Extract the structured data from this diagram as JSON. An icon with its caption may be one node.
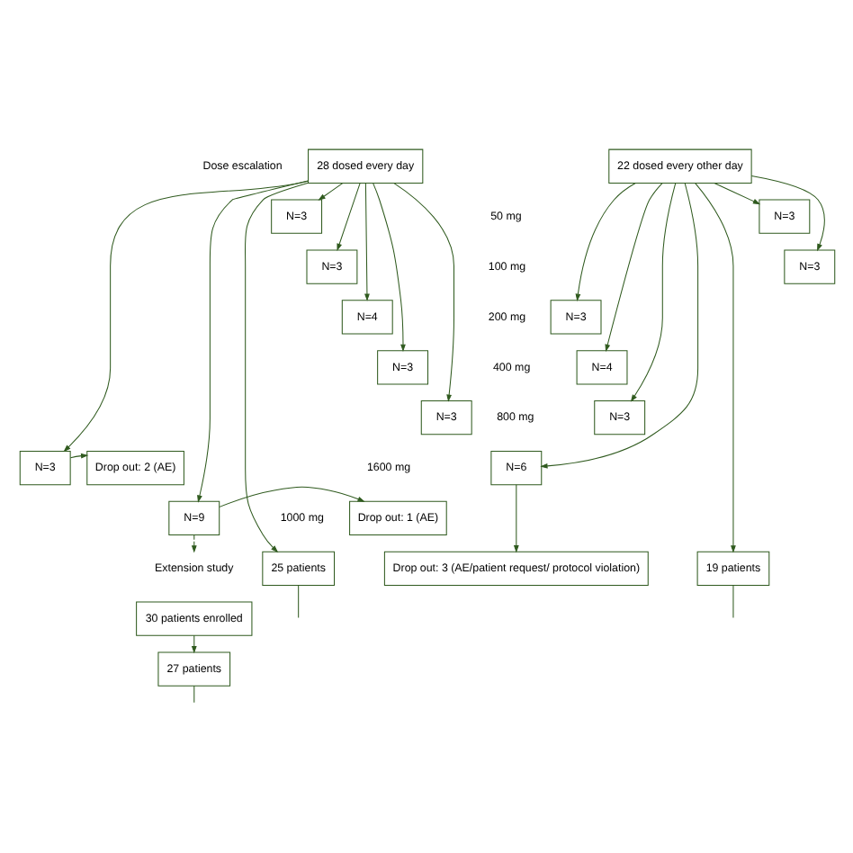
{
  "diagram": {
    "nodes": [
      {
        "text": [
          "28 dosed every day"
        ]
      },
      {
        "text": [
          "22 dosed every other day"
        ]
      },
      {
        "text": [
          "N=3"
        ]
      },
      {
        "text": [
          "N=3"
        ]
      },
      {
        "text": [
          "N=4"
        ]
      },
      {
        "text": [
          "N=3"
        ]
      },
      {
        "text": [
          "N=3"
        ]
      },
      {
        "text": [
          "N=3"
        ]
      },
      {
        "text": [
          "N=9"
        ]
      },
      {
        "text": [
          "N=3"
        ]
      },
      {
        "text": [
          "N=3"
        ]
      },
      {
        "text": [
          "N=3"
        ]
      },
      {
        "text": [
          "N=4"
        ]
      },
      {
        "text": [
          "N=3"
        ]
      },
      {
        "text": [
          "N=6"
        ]
      },
      {
        "text": [
          "Drop out: 2 (AE)"
        ]
      },
      {
        "text": [
          "Drop out: 1 (AE)"
        ]
      },
      {
        "text": [
          "Drop out: 3 (AE/patient request/ protocol violation)"
        ]
      },
      {
        "text": [
          "Extension study"
        ]
      },
      {
        "text": [
          "25 patients"
        ]
      },
      {
        "text": [
          "19 patients"
        ]
      },
      {
        "text": [
          "30 patients enrolled"
        ]
      },
      {
        "text": [
          "27 patients"
        ]
      }
    ],
    "edges": [
      {
        "from": 0,
        "to": 2,
        "arrow": "to"
      },
      {
        "from": 0,
        "to": 3,
        "arrow": "to"
      },
      {
        "from": 0,
        "to": 4,
        "arrow": "to"
      },
      {
        "from": 0,
        "to": 5,
        "arrow": "to"
      },
      {
        "from": 0,
        "to": 6,
        "arrow": "to"
      },
      {
        "from": 0,
        "to": 7,
        "arrow": "to"
      },
      {
        "from": 0,
        "to": 8,
        "arrow": "to"
      },
      {
        "from": 1,
        "to": 9,
        "arrow": "to"
      },
      {
        "from": 1,
        "to": 10,
        "arrow": "to"
      },
      {
        "from": 1,
        "to": 11,
        "arrow": "to"
      },
      {
        "from": 1,
        "to": 12,
        "arrow": "to"
      },
      {
        "from": 1,
        "to": 13,
        "arrow": "to"
      },
      {
        "from": 1,
        "to": 14,
        "arrow": "to"
      },
      {
        "from": 7,
        "to": 15,
        "arrow": "to"
      },
      {
        "from": 8,
        "to": 16,
        "arrow": "to"
      },
      {
        "from": 14,
        "to": 17,
        "arrow": "to"
      },
      {
        "from": 8,
        "to": 18,
        "arrow": "to",
        "style": "dashed"
      },
      {
        "from": 0,
        "to": 19,
        "arrow": "to"
      },
      {
        "from": 1,
        "to": 20,
        "arrow": "to"
      },
      {
        "from": 21,
        "to": 22,
        "arrow": "to"
      },
      {
        "from": 19,
        "to": null,
        "arrow": "none"
      },
      {
        "from": 20,
        "to": null,
        "arrow": "none"
      },
      {
        "from": 22,
        "to": null,
        "arrow": "none"
      }
    ],
    "labels": [
      "Dose escalation",
      "50 mg",
      "100 mg",
      "200 mg",
      "400 mg",
      "800 mg",
      "1600 mg",
      "1000 mg"
    ]
  }
}
